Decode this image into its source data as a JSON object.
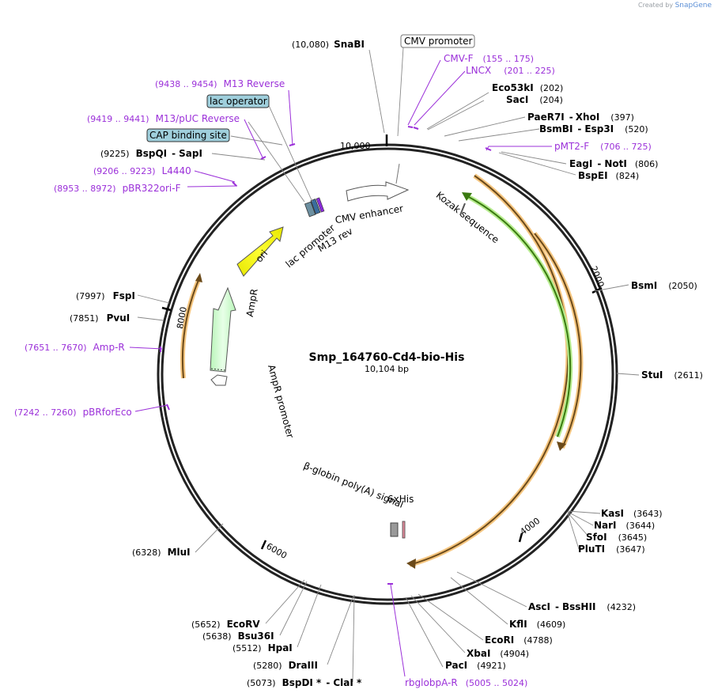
{
  "credit": {
    "prefix": "Created by",
    "brand": "SnapGene"
  },
  "plasmid": {
    "name": "Smp_164760-Cd4-bio-His",
    "length": "10,104 bp"
  },
  "ticks": [
    "10,000",
    "2000",
    "4000",
    "6000",
    "8000"
  ],
  "enzymes": {
    "snabi": {
      "name": "SnaBI",
      "pos": "(10,080)"
    },
    "eco53ki": {
      "name": "Eco53kI",
      "pos": "(202)"
    },
    "saci": {
      "name": "SacI",
      "pos": "(204)"
    },
    "paer7i": {
      "name": "PaeR7I",
      "sep": "-",
      "name2": "XhoI",
      "pos": "(397)"
    },
    "bsmbi": {
      "name": "BsmBI",
      "sep": "-",
      "name2": "Esp3I",
      "pos": "(520)"
    },
    "eagi": {
      "name": "EagI",
      "sep": "-",
      "name2": "NotI",
      "pos": "(806)"
    },
    "bspei": {
      "name": "BspEI",
      "pos": "(824)"
    },
    "bsmi": {
      "name": "BsmI",
      "pos": "(2050)"
    },
    "stui": {
      "name": "StuI",
      "pos": "(2611)"
    },
    "kasi": {
      "name": "KasI",
      "pos": "(3643)"
    },
    "nari": {
      "name": "NarI",
      "pos": "(3644)"
    },
    "sfoi": {
      "name": "SfoI",
      "pos": "(3645)"
    },
    "pluti": {
      "name": "PluTI",
      "pos": "(3647)"
    },
    "asci": {
      "name": "AscI",
      "sep": "-",
      "name2": "BssHII",
      "pos": "(4232)"
    },
    "kfli": {
      "name": "KflI",
      "pos": "(4609)"
    },
    "ecori": {
      "name": "EcoRI",
      "pos": "(4788)"
    },
    "xbai": {
      "name": "XbaI",
      "pos": "(4904)"
    },
    "paci": {
      "name": "PacI",
      "pos": "(4921)"
    },
    "bspdi": {
      "name": "BspDI *",
      "sep": "-",
      "name2": "ClaI *",
      "pos": "(5073)"
    },
    "draiii": {
      "name": "DraIII",
      "pos": "(5280)"
    },
    "hpai": {
      "name": "HpaI",
      "pos": "(5512)"
    },
    "bsu36i": {
      "name": "Bsu36I",
      "pos": "(5638)"
    },
    "ecorv": {
      "name": "EcoRV",
      "pos": "(5652)"
    },
    "mlui": {
      "name": "MluI",
      "pos": "(6328)"
    },
    "pvui": {
      "name": "PvuI",
      "pos": "(7851)"
    },
    "fspi": {
      "name": "FspI",
      "pos": "(7997)"
    },
    "bspqi": {
      "name": "BspQI",
      "sep": "-",
      "name2": "SapI",
      "pos": "(9225)"
    }
  },
  "primers": {
    "cmvf": {
      "name": "CMV-F",
      "pos": "(155 .. 175)"
    },
    "lncx": {
      "name": "LNCX",
      "pos": "(201 .. 225)"
    },
    "pmt2f": {
      "name": "pMT2-F",
      "pos": "(706 .. 725)"
    },
    "m13rev": {
      "name": "M13 Reverse",
      "pos": "(9438 .. 9454)"
    },
    "m13puc": {
      "name": "M13/pUC Reverse",
      "pos": "(9419 .. 9441)"
    },
    "l4440": {
      "name": "L4440",
      "pos": "(9206 .. 9223)"
    },
    "pbr322": {
      "name": "pBR322ori-F",
      "pos": "(8953 .. 8972)"
    },
    "ampr": {
      "name": "Amp-R",
      "pos": "(7651 .. 7670)"
    },
    "pbrfor": {
      "name": "pBRforEco",
      "pos": "(7242 .. 7260)"
    },
    "rbglob": {
      "name": "rbglobpA-R",
      "pos": "(5005 .. 5024)"
    }
  },
  "boxes": {
    "cmv_promoter": "CMV promoter",
    "lac_operator": "lac operator",
    "cap_site": "CAP binding site"
  },
  "features": {
    "cmv_enhancer": "CMV enhancer",
    "kozak": "Kozak sequence",
    "lac_promoter": "lac promoter",
    "m13_rev": "M13 rev",
    "ori": "ori",
    "ampr": "AmpR",
    "ampr_promoter": "AmpR promoter",
    "sixhis": "6xHis",
    "globin_prefix": "β",
    "globin_rest": "-globin poly(A) signal"
  },
  "colors": {
    "primer": "#9b30d9",
    "orange_feature": "#f5a623",
    "green_feature": "#8ddc5a",
    "ori": "#ffff00",
    "ampr": "#ccffcc",
    "box_fill": "#9fcfdc"
  }
}
